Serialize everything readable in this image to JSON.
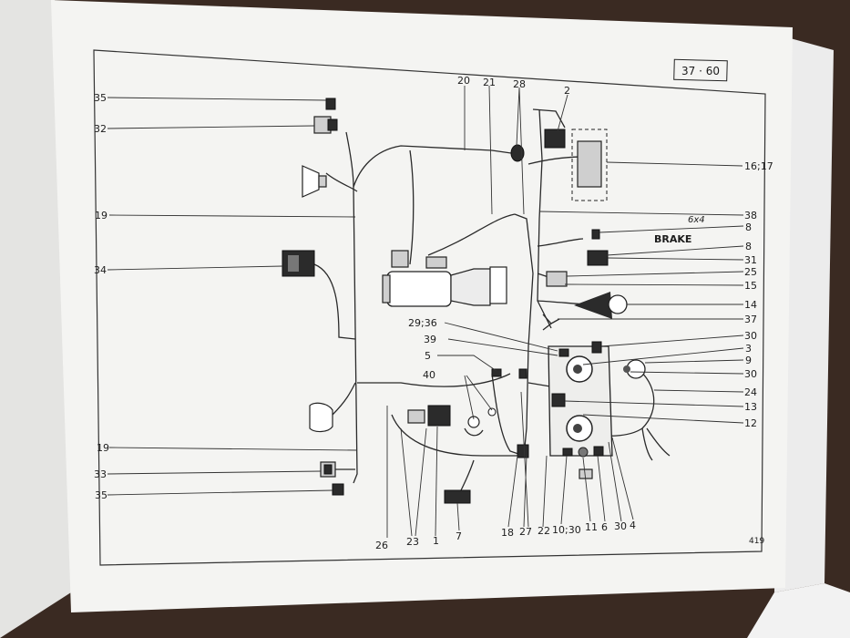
{
  "page": {
    "figure_ref": "37 · 60",
    "page_number": "419",
    "annotation_6x4": "6x4",
    "annotation_brake": "BRAKE"
  },
  "callouts": [
    "35",
    "32",
    "19",
    "34",
    "19",
    "33",
    "35",
    "20",
    "21",
    "28",
    "2",
    "16;17",
    "38",
    "8",
    "8",
    "31",
    "25",
    "15",
    "14",
    "37",
    "30",
    "3",
    "9",
    "30",
    "24",
    "13",
    "12",
    "29;36",
    "39",
    "5",
    "40",
    "26",
    "23",
    "1",
    "7",
    "18",
    "27",
    "22",
    "10;30",
    "11",
    "6",
    "30",
    "4"
  ]
}
